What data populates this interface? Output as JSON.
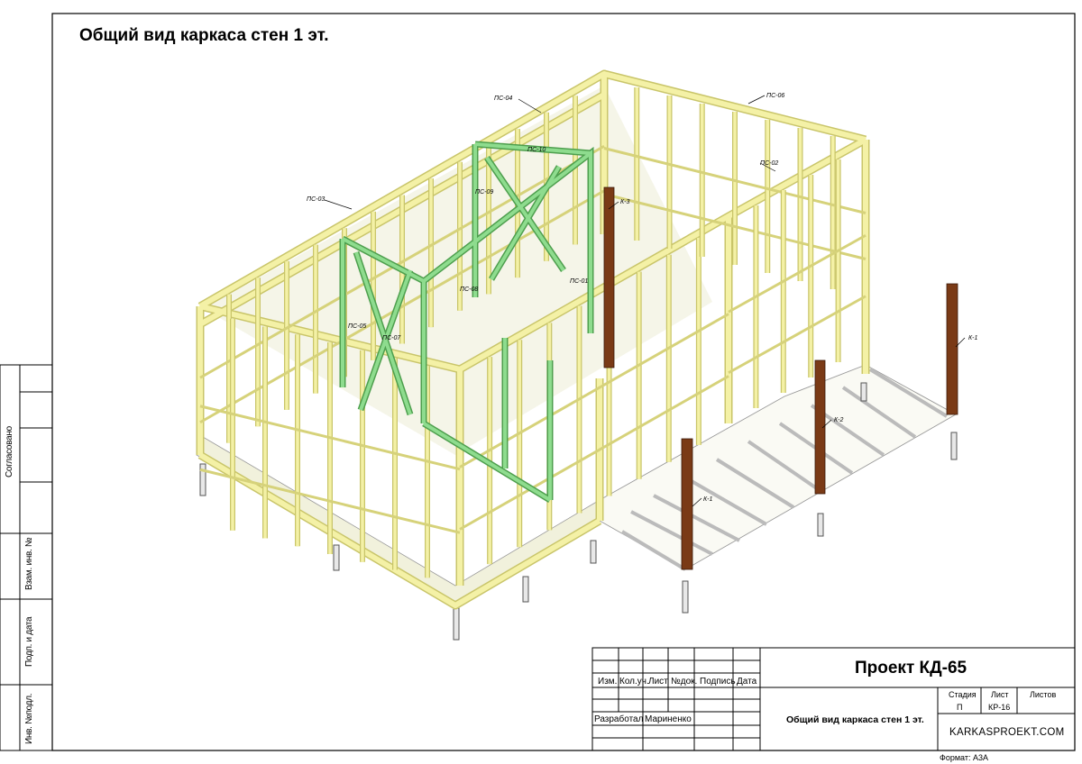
{
  "drawing": {
    "title": "Общий вид каркаса стен 1 эт."
  },
  "side_stamps": [
    "Согласовано",
    "Взам. инв. №",
    "Подп. и дата",
    "Инв. №подл."
  ],
  "title_block": {
    "project": "Проект КД-65",
    "headers": [
      "Изм.",
      "Кол.уч.",
      "Лист",
      "№док.",
      "Подпись",
      "Дата"
    ],
    "developed_label": "Разработал",
    "developer": "Мариненко",
    "sheet_name": "Общий вид каркаса стен 1 эт.",
    "stage_label": "Стадия",
    "stage": "П",
    "sheet_label": "Лист",
    "sheet_value": "КР-16",
    "sheets_label": "Листов",
    "site": "KARKASPROEKT.COM",
    "format": "Формат: А3А"
  },
  "markers": [
    "ПС-04",
    "ПС-06",
    "ПС-10",
    "ПС-09",
    "ПС-03",
    "ПС-02",
    "К-3",
    "ПС-08",
    "ПС-01",
    "ПС-05",
    "ПС-07",
    "К-1",
    "К-2",
    "К-1"
  ],
  "colors": {
    "outer_walls": "#f4f1a6",
    "inner_walls": "#8edc8e",
    "posts": "#7a3a16",
    "floor": "#f1f1dc",
    "deck": "#fafaf4"
  }
}
